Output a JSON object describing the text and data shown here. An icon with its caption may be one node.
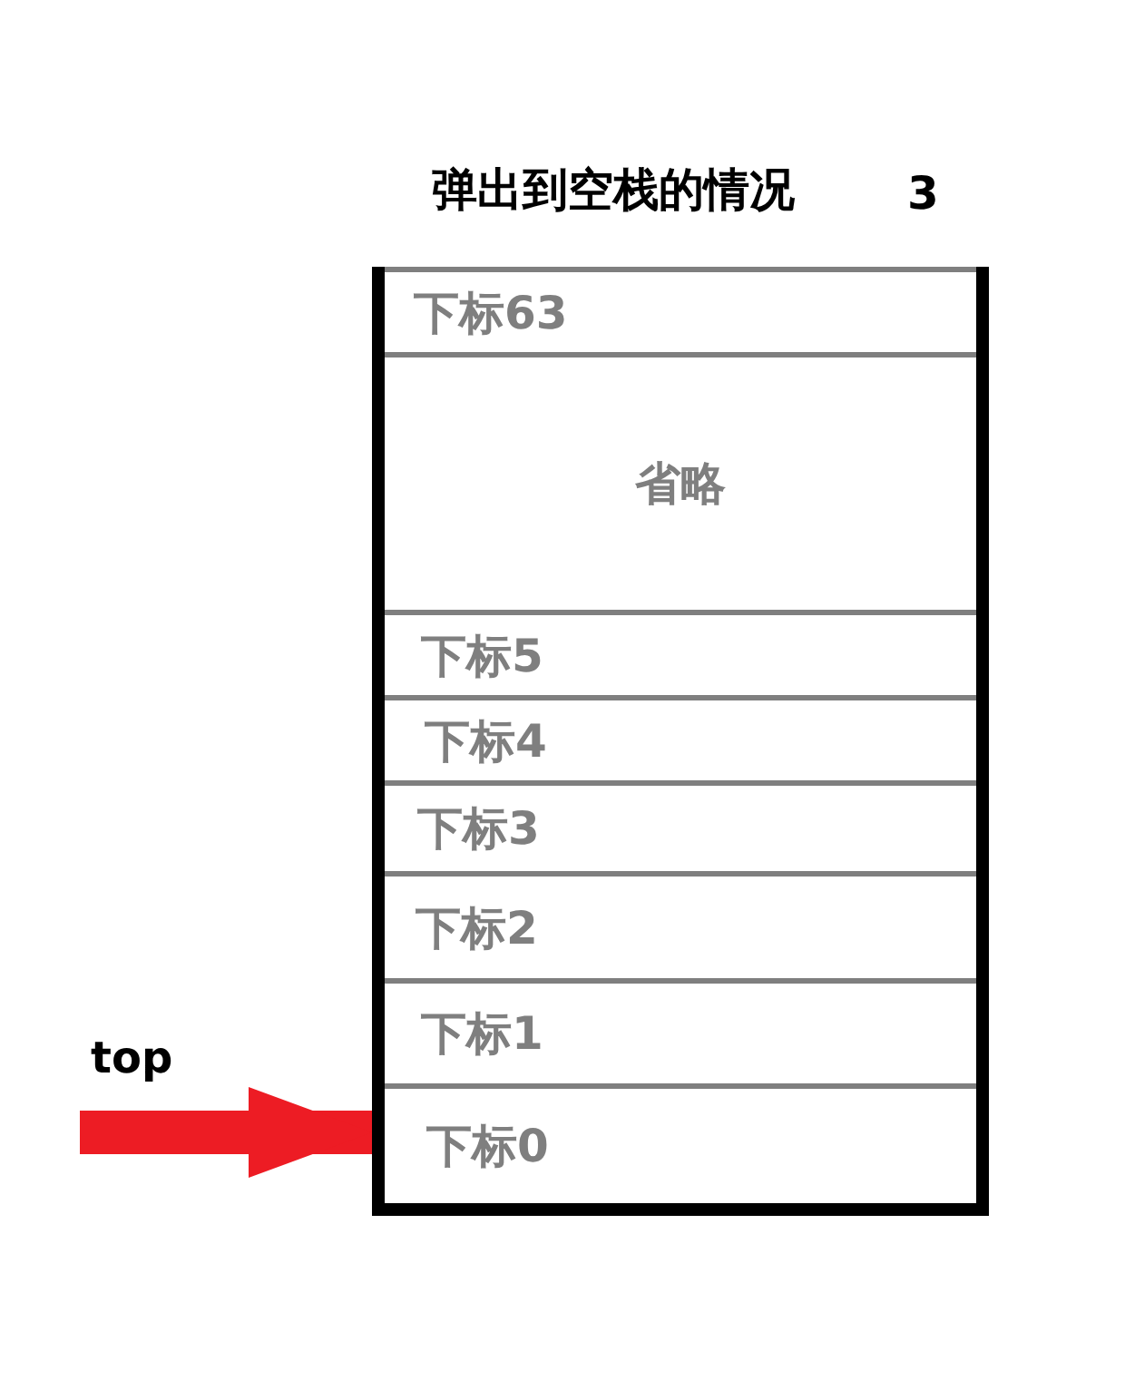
{
  "diagram": {
    "title": "弹出到空栈的情况",
    "nodes": [
      {
        "text": [],
        "shape": "box"
      },
      {
        "text": [
          "下标63"
        ],
        "in": 0
      },
      {
        "text": [
          "省略"
        ],
        "in": 0
      },
      {
        "text": [
          "下标5"
        ],
        "in": 0
      },
      {
        "text": [
          "下标4"
        ],
        "in": 0
      },
      {
        "text": [
          "下标3"
        ],
        "in": 0
      },
      {
        "text": [
          "下标2"
        ],
        "in": 0
      },
      {
        "text": [
          "下标1"
        ],
        "in": 0
      },
      {
        "text": [
          "下标0"
        ],
        "in": 0
      }
    ],
    "edges": [
      {
        "from": null,
        "to": 8,
        "arrow": "to",
        "label": "top",
        "color": "#ed1c24"
      }
    ],
    "labels": [
      "3"
    ]
  }
}
